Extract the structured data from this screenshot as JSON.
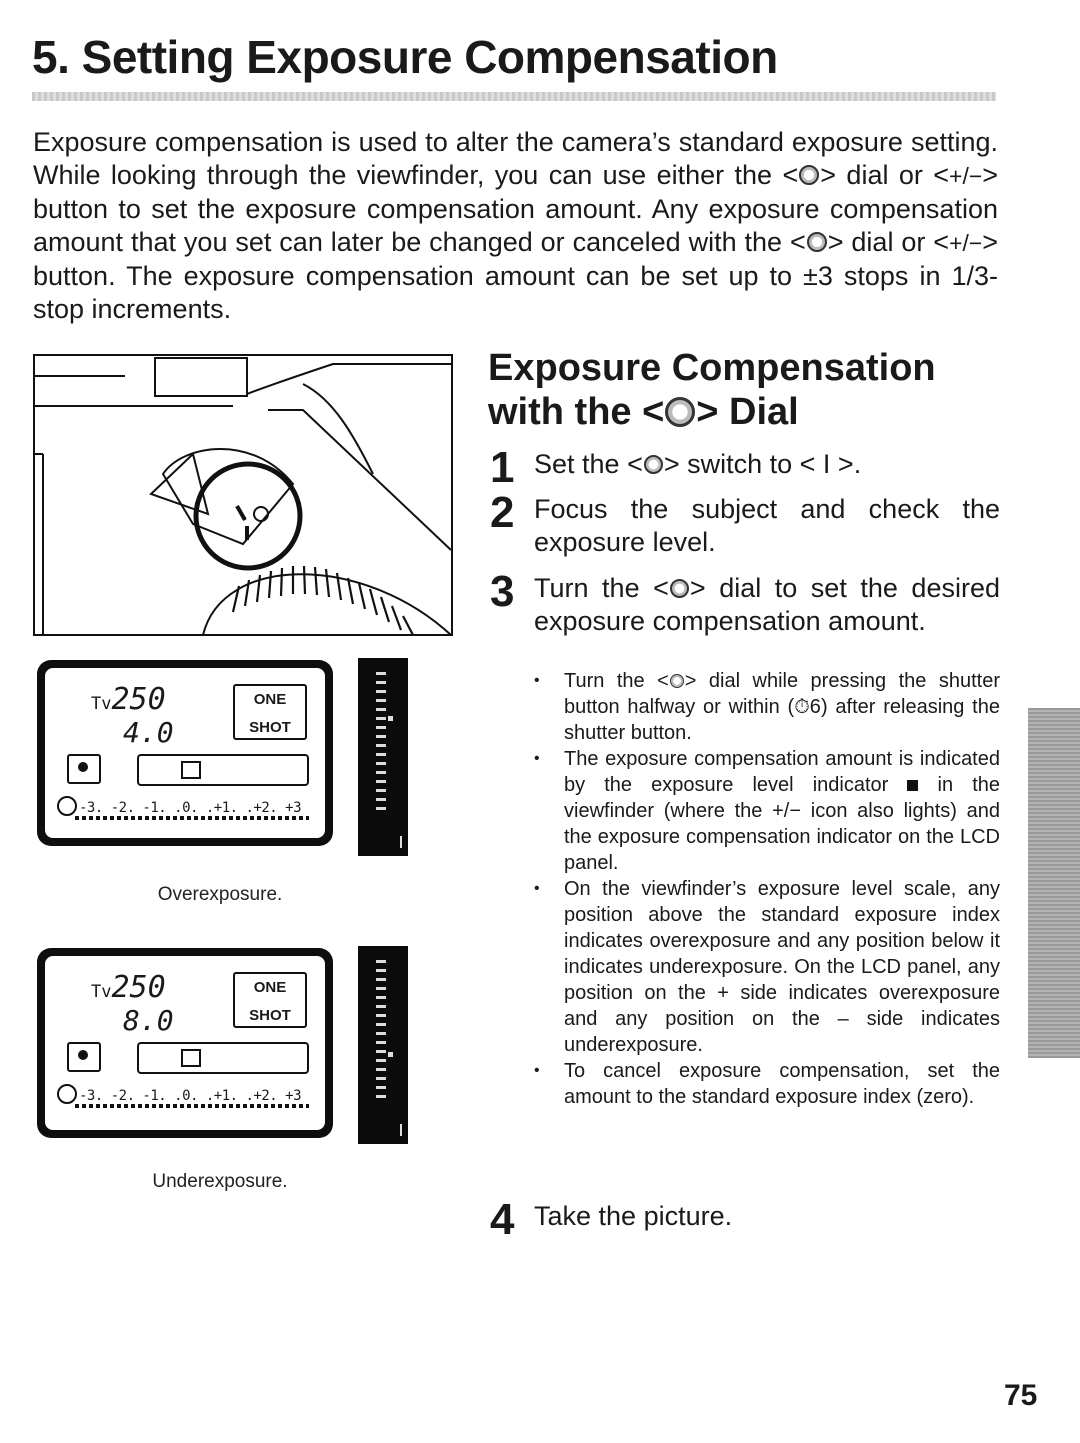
{
  "page": {
    "title": "5. Setting Exposure Compensation",
    "intro": {
      "s1": "Exposure compensation is used to alter the camera’s standard exposure setting. While looking through the viewfinder, you can use either the <",
      "s2": "> dial or <",
      "s3": "> button to set the exposure compensation amount. Any exposure compensation amount that you set can later be changed or canceled with the <",
      "s4": "> dial or <",
      "s5": "> button. The exposure compensation amount can be set up to ±3 stops in 1/3-stop increments."
    },
    "pm_icon": "+/−",
    "page_number": "75"
  },
  "lcd_top": {
    "tv_label": "Tv",
    "shutter": "250",
    "aperture": "4.0",
    "mode": "ONE SHOT",
    "scale": "-3. -2. -1. .0. .+1. .+2. +3",
    "caption": "Overexposure."
  },
  "lcd_bottom": {
    "tv_label": "Tv",
    "shutter": "250",
    "aperture": "8.0",
    "mode": "ONE SHOT",
    "scale": "-3. -2. -1. .0. .+1. .+2. +3",
    "caption": "Underexposure."
  },
  "section": {
    "heading_a": "Exposure Compensation",
    "heading_b1": "with the <",
    "heading_b2": "> Dial"
  },
  "steps": {
    "s1_num": "1",
    "s1_a": "Set the <",
    "s1_b": "> switch to < I >.",
    "s2_num": "2",
    "s2_text": "Focus the subject and check the exposure level.",
    "s3_num": "3",
    "s3_a": "Turn the <",
    "s3_b": "> dial to set the desired exposure compensation amount.",
    "s4_num": "4",
    "s4_text": "Take the picture."
  },
  "bullets": {
    "b1_a": "Turn the <",
    "b1_b": "> dial while pressing the shutter button halfway or within (",
    "b1_timer": "⏱6",
    "b1_c": ") after releasing the shutter button.",
    "b2_a": "The exposure compensation amount is indicated by the exposure level indicator",
    "b2_b": "in the viewfinder (where the",
    "b2_c": "icon also lights) and the exposure compensation indicator on the LCD panel.",
    "b3": "On the viewfinder’s exposure level scale, any position above the standard exposure index indicates overexposure and any position below it indicates underexposure. On the LCD panel, any position on the + side indicates overexposure and any position on the – side indicates underexposure.",
    "b4": "To cancel exposure compensation, set the amount to the standard exposure index (zero)."
  }
}
